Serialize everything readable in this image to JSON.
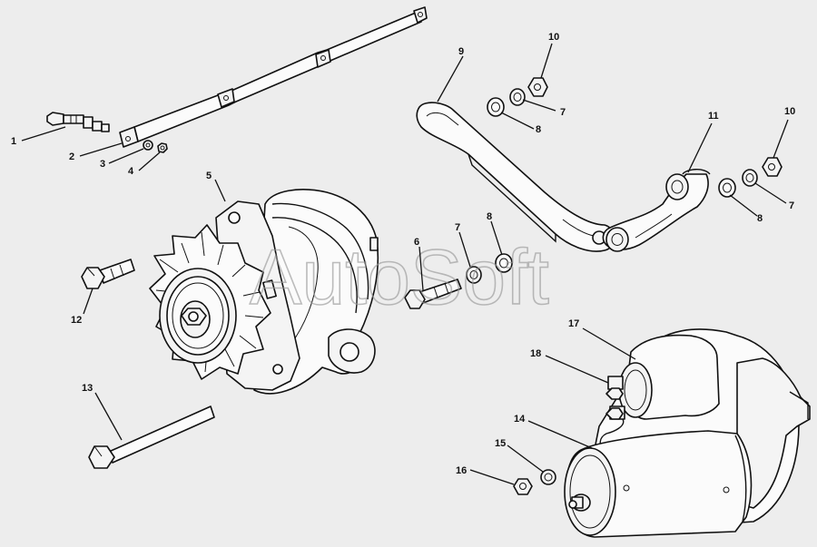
{
  "watermark": "AutoSoft",
  "callouts": [
    "1",
    "2",
    "3",
    "4",
    "5",
    "6",
    "7",
    "7",
    "7",
    "8",
    "8",
    "8",
    "9",
    "10",
    "10",
    "11",
    "12",
    "13",
    "14",
    "15",
    "16",
    "17",
    "18"
  ]
}
